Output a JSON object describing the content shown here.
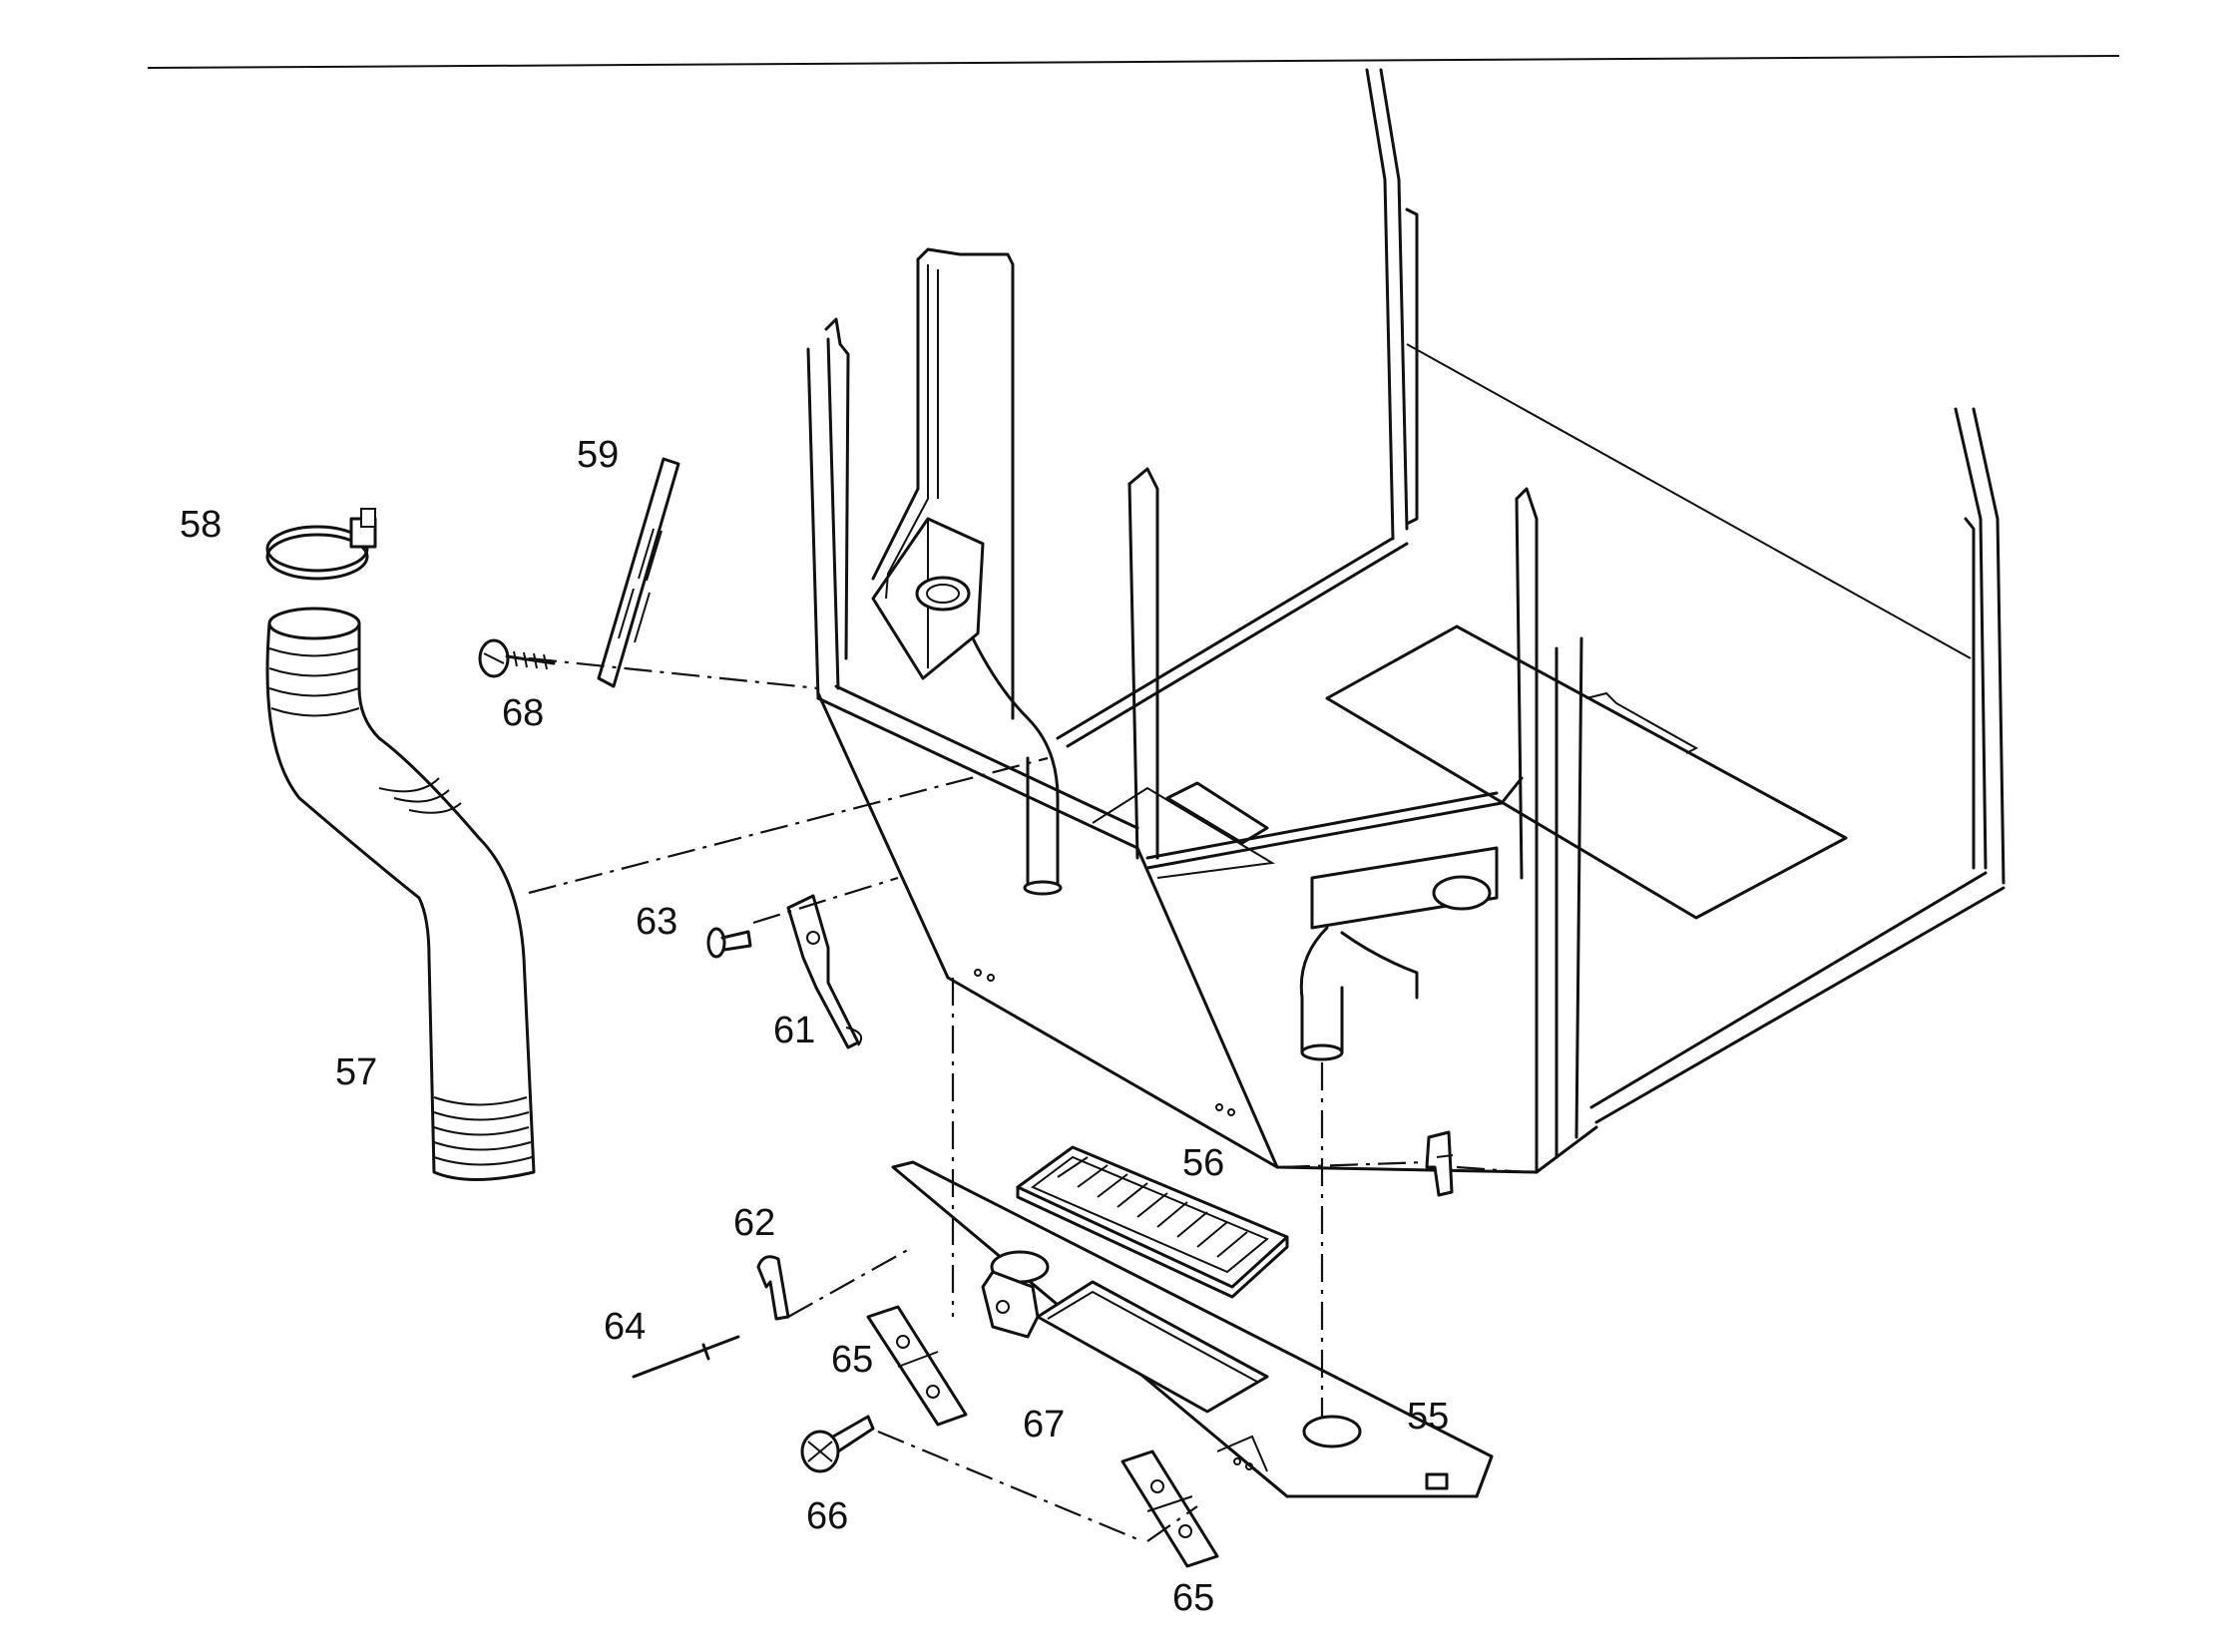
{
  "diagram": {
    "labels": {
      "p55": "55",
      "p56": "56",
      "p57": "57",
      "p58": "58",
      "p59": "59",
      "p61": "61",
      "p62": "62",
      "p63": "63",
      "p64": "64",
      "p65a": "65",
      "p65b": "65",
      "p66": "66",
      "p67": "67",
      "p68": "68"
    }
  }
}
